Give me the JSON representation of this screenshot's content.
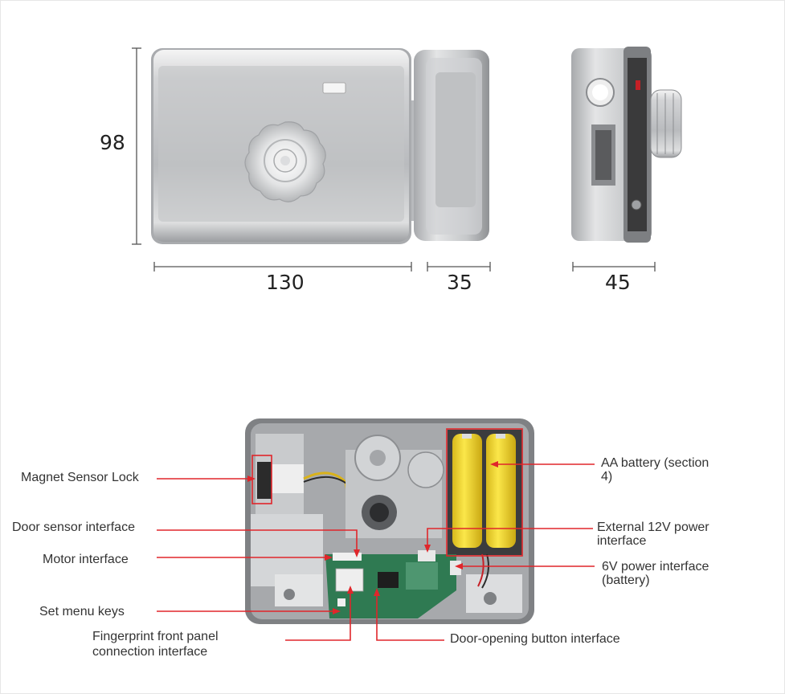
{
  "dimensions": {
    "height": "98",
    "front_width": "130",
    "body_depth": "35",
    "side_width": "45"
  },
  "labels": {
    "magnet_sensor_lock": "Magnet Sensor Lock",
    "door_sensor_interface": "Door sensor interface",
    "motor_interface": "Motor interface",
    "set_menu_keys": "Set menu keys",
    "fingerprint_panel": [
      "Fingerprint front panel",
      "connection interface"
    ],
    "aa_battery": [
      "AA battery (section",
      "4)"
    ],
    "external_power": [
      "External 12V power",
      "interface"
    ],
    "power_6v": [
      "6V power interface",
      "(battery)"
    ],
    "door_opening_button": "Door-opening button interface"
  },
  "colors": {
    "callout_line": "#e0262b",
    "battery": "#f2d72e",
    "pcb": "#2f7a52",
    "metal": "#c9cbcd"
  }
}
